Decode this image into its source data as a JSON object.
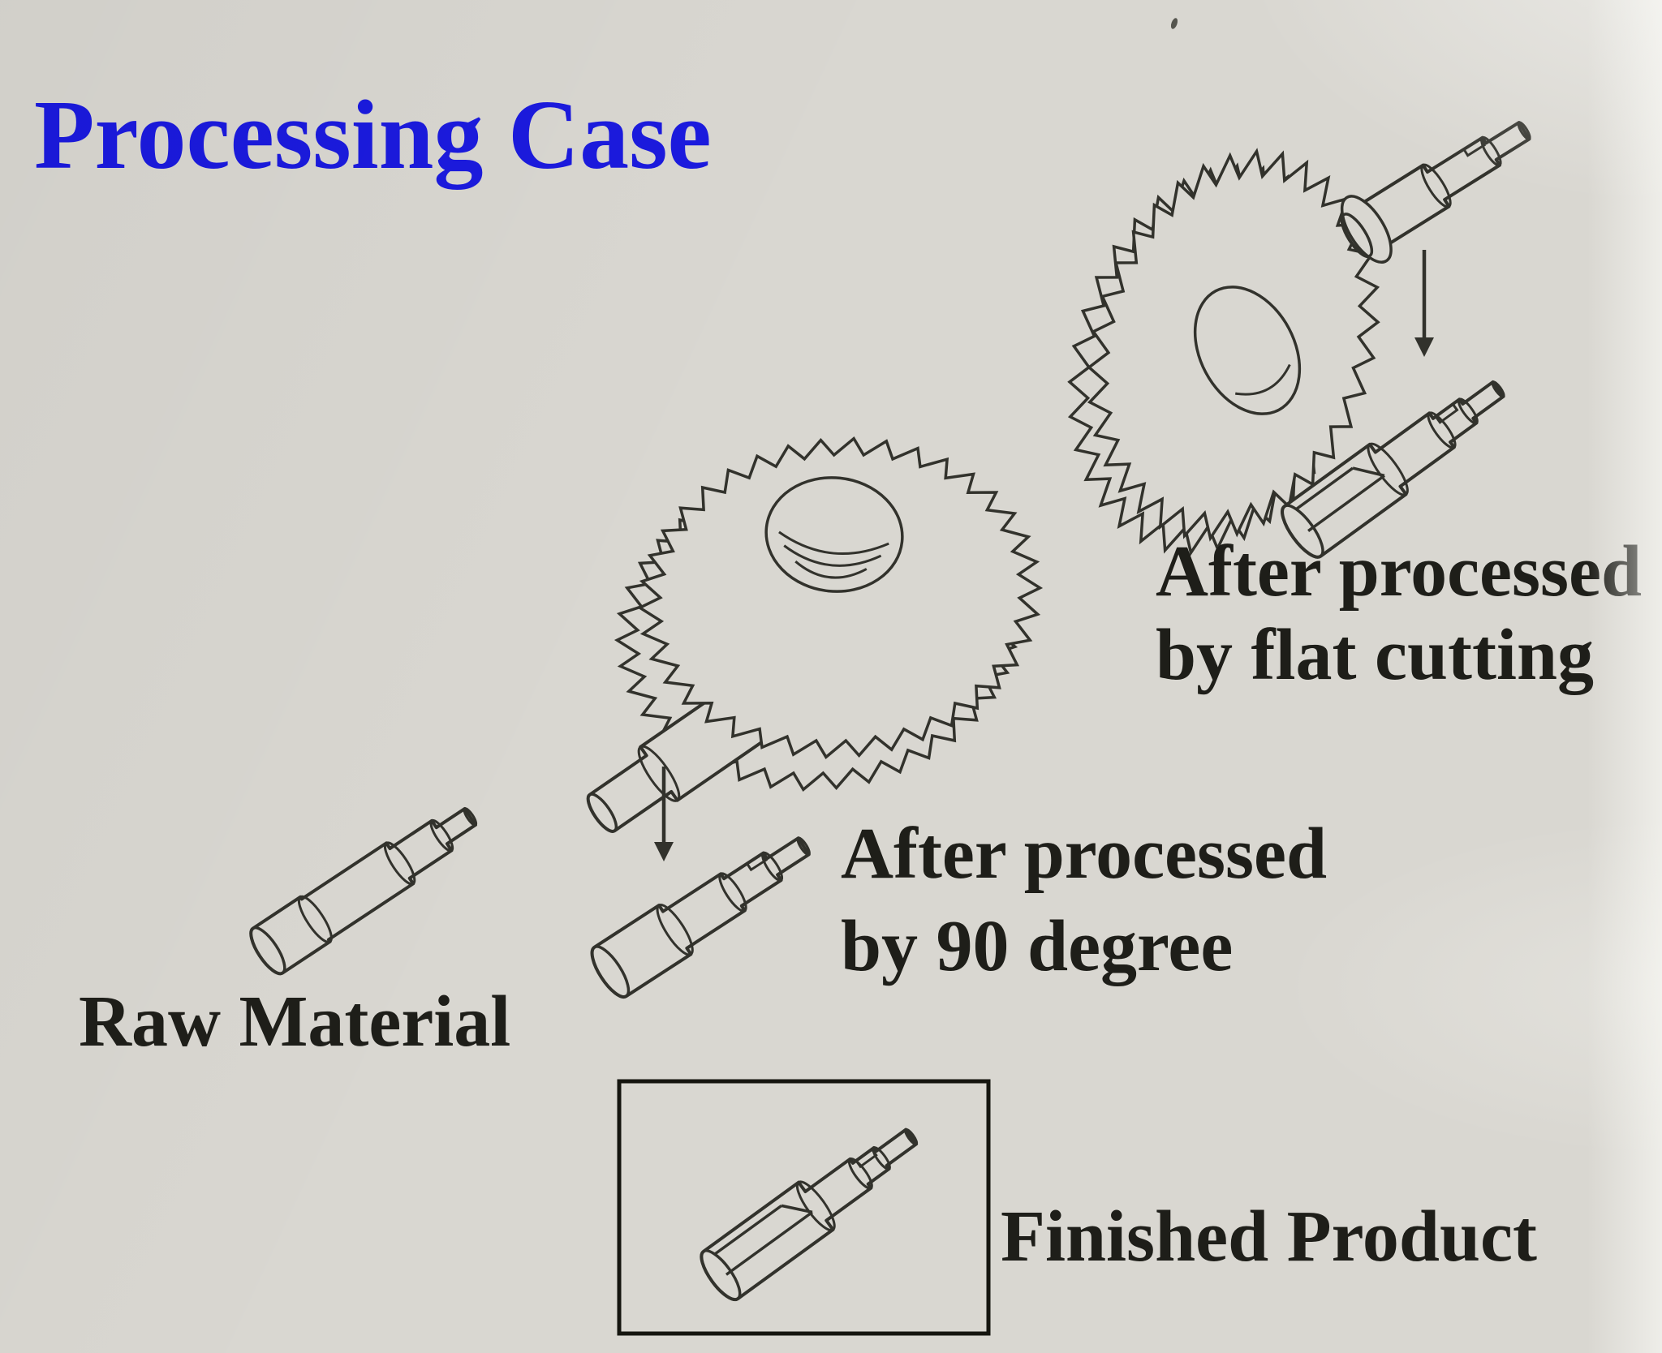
{
  "page": {
    "title": "Processing Case"
  },
  "colors": {
    "title_blue": "#1b1ade",
    "paper": "#d9d7d1",
    "ink": "#32322c",
    "label_text": "#1e1e19",
    "box_border": "#15150f"
  },
  "diagram": {
    "type": "process-flow",
    "stages": [
      {
        "id": "raw-material",
        "label_lines": [
          "Raw Material"
        ]
      },
      {
        "id": "after-90-degree",
        "label_lines": [
          "After processed",
          "by 90 degree"
        ]
      },
      {
        "id": "after-flat-cutting",
        "label_lines": [
          "After processed",
          "by flat cutting"
        ]
      },
      {
        "id": "finished-product",
        "label_lines": [
          "Finished Product"
        ],
        "boxed": true
      }
    ]
  }
}
